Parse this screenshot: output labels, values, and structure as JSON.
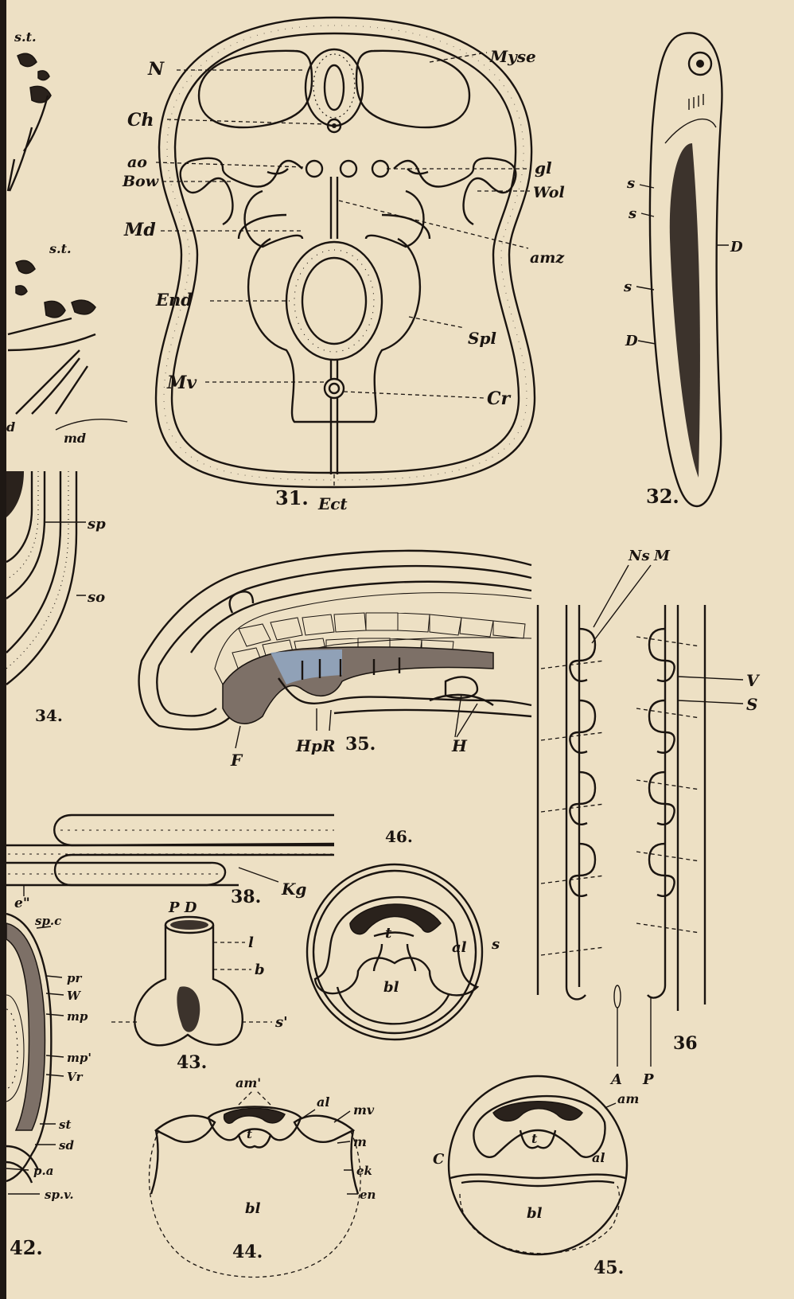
{
  "fig31": {
    "number": "31.",
    "labels": {
      "N": "N",
      "Ch": "Ch",
      "ao": "ao",
      "Bow": "Bow",
      "Md": "Md",
      "End": "End",
      "Mv": "Mv",
      "Myse": "Myse",
      "gl": "gl",
      "Wol": "Wol",
      "amz": "amz",
      "Spl": "Spl",
      "Cr": "Cr",
      "Ect": "Ect"
    }
  },
  "fig32": {
    "number": "32.",
    "labels": [
      "s",
      "s",
      "D",
      "s",
      "D"
    ]
  },
  "fig34": {
    "number": "34.",
    "labels": {
      "sp": "sp",
      "so": "so"
    }
  },
  "fig35": {
    "number": "35.",
    "labels": {
      "F": "F",
      "HpR": "HpR",
      "H": "H"
    }
  },
  "fig36": {
    "number": "36",
    "labels": {
      "Ns": "Ns",
      "M": "M",
      "V": "V",
      "S": "S",
      "A": "A",
      "P": "P"
    }
  },
  "fig38": {
    "number": "38.",
    "labels": {
      "e": "e\"",
      "Kg": "Kg"
    }
  },
  "fig42": {
    "number": "42.",
    "labels": [
      "sp.c",
      "pr",
      "W",
      "mp",
      "mp'",
      "Vr",
      "st",
      "sd",
      "p.a",
      "sp.v."
    ]
  },
  "fig43": {
    "number": "43.",
    "labels": {
      "PD": "P D",
      "l": "l",
      "b": "b",
      "s": "s'"
    }
  },
  "fig44": {
    "number": "44.",
    "labels": {
      "am": "am'",
      "al": "al",
      "mv": "mv",
      "m": "m",
      "ek": "ek",
      "en": "en",
      "t": "t",
      "bl": "bl"
    }
  },
  "fig45": {
    "number": "45.",
    "labels": {
      "am": "am",
      "t": "t",
      "al": "al",
      "C": "C",
      "bl": "bl"
    }
  },
  "fig46": {
    "number": "46.",
    "labels": {
      "t": "t",
      "al": "al",
      "s": "s",
      "bl": "bl"
    }
  },
  "left_edge": {
    "labels": [
      "s.t.",
      "s.t.",
      "d",
      "md"
    ]
  }
}
